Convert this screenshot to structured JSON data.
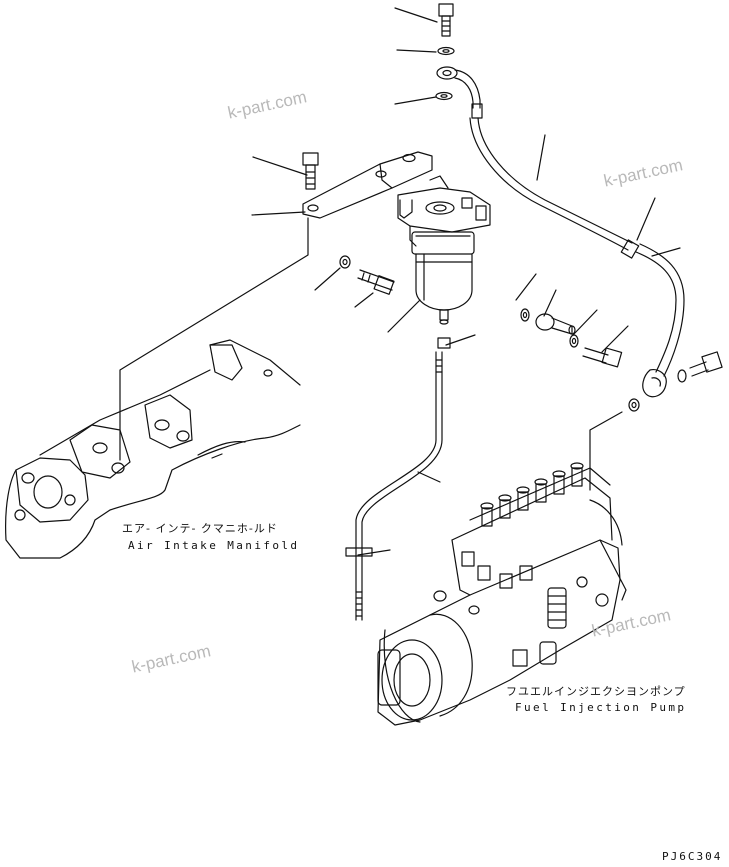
{
  "labels": {
    "air_intake_jp": "エア- インテ- クマニホ-ルド",
    "air_intake_en": "Air Intake Manifold",
    "fuel_pump_jp": "フユエルインジエクシヨンポンプ",
    "fuel_pump_en": "Fuel Injection Pump"
  },
  "watermark": "k-part.com",
  "drawing_code": "PJ6C304"
}
